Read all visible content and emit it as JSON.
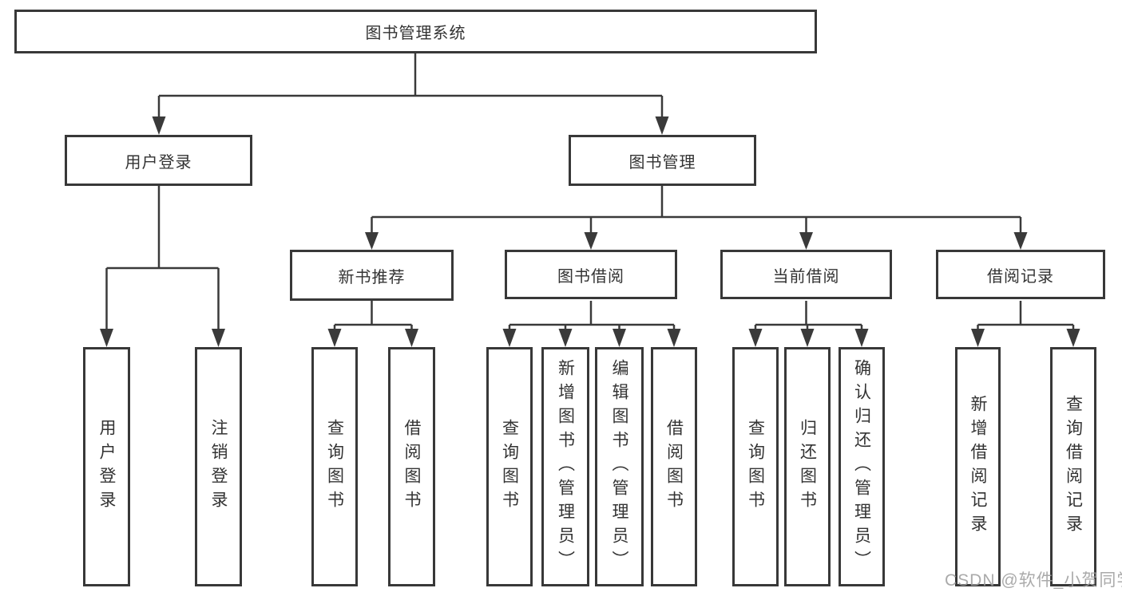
{
  "tree": {
    "label": "图书管理系统",
    "children": [
      {
        "label": "用户登录",
        "children": [
          {
            "label": "用户登录"
          },
          {
            "label": "注销登录"
          }
        ]
      },
      {
        "label": "图书管理",
        "children": [
          {
            "label": "新书推荐",
            "children": [
              {
                "label": "查询图书"
              },
              {
                "label": "借阅图书"
              }
            ]
          },
          {
            "label": "图书借阅",
            "children": [
              {
                "label": "查询图书"
              },
              {
                "label": "新增图书（管理员）"
              },
              {
                "label": "编辑图书（管理员）"
              },
              {
                "label": "借阅图书"
              }
            ]
          },
          {
            "label": "当前借阅",
            "children": [
              {
                "label": "查询图书"
              },
              {
                "label": "归还图书"
              },
              {
                "label": "确认归还（管理员）"
              }
            ]
          },
          {
            "label": "借阅记录",
            "children": [
              {
                "label": "新增借阅记录"
              },
              {
                "label": "查询借阅记录"
              }
            ]
          }
        ]
      }
    ]
  },
  "watermark": {
    "text": "CSDN @软件_小贺同学"
  },
  "colors": {
    "line": "#3a3a3a",
    "box_border": "#383838",
    "box_fill": "#ffffff",
    "text": "#333333",
    "watermark": "#9e9e9e",
    "background": "#ffffff"
  }
}
